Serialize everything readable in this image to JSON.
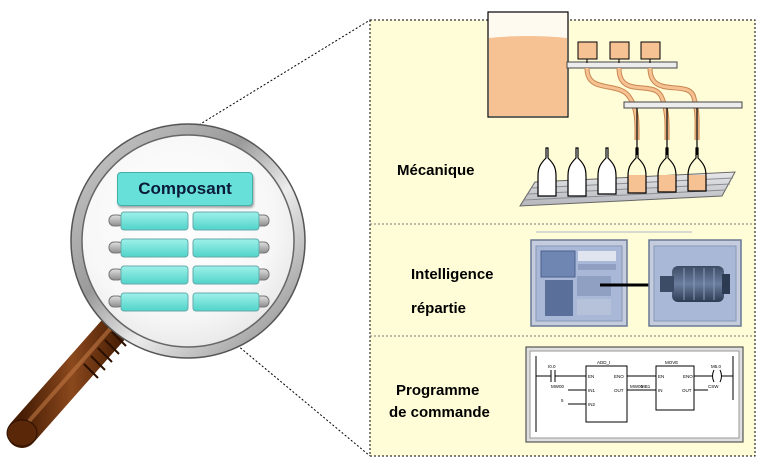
{
  "component": {
    "title": "Composant"
  },
  "sections": {
    "mecanique": {
      "label": "Mécanique"
    },
    "intelligence": {
      "line1": "Intelligence",
      "line2": "répartie"
    },
    "programme": {
      "line1": "Programme",
      "line2": "de commande"
    }
  },
  "ladder": {
    "block1": {
      "name": "ADD_I",
      "in1": "EN",
      "out1": "ENO",
      "in2": "IN1",
      "out2": "OUT",
      "in3": "IN2"
    },
    "block2": {
      "name": "MOVE",
      "in1": "EN",
      "out1": "ENO",
      "in2": "IN",
      "out2": "OUT"
    },
    "contact": "I0.0",
    "coil": "M5.0",
    "op1": "MW00",
    "op2": "MW00",
    "op3": "5",
    "op4": "MB1",
    "op5": "CSW"
  },
  "colors": {
    "panel_fill": "#fffdd7",
    "comp_fill": "#66e0d8",
    "liquid": "#f6c294",
    "device_fill": "#a9b8d6",
    "handle": "#7a3a12"
  }
}
